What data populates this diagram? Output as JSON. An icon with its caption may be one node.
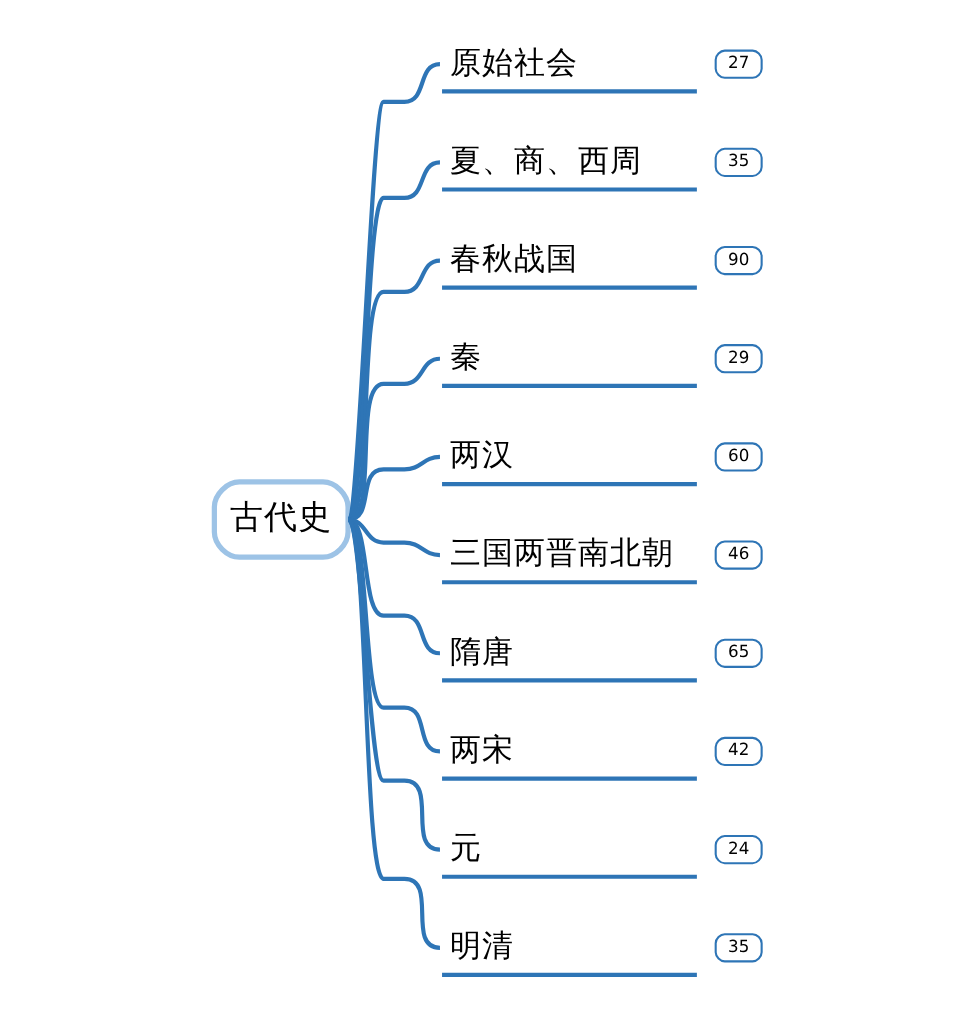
{
  "diagram": {
    "nodes": [
      {
        "text": [
          "古代史"
        ]
      },
      {
        "text": [
          "原始社会"
        ],
        "beside": [
          "27"
        ]
      },
      {
        "text": [
          "夏、商、西周"
        ],
        "beside": [
          "35"
        ]
      },
      {
        "text": [
          "春秋战国"
        ],
        "beside": [
          "90"
        ]
      },
      {
        "text": [
          "秦"
        ],
        "beside": [
          "29"
        ]
      },
      {
        "text": [
          "两汉"
        ],
        "beside": [
          "60"
        ]
      },
      {
        "text": [
          "三国两晋南北朝"
        ],
        "beside": [
          "46"
        ]
      },
      {
        "text": [
          "隋唐"
        ],
        "beside": [
          "65"
        ]
      },
      {
        "text": [
          "两宋"
        ],
        "beside": [
          "42"
        ]
      },
      {
        "text": [
          "元"
        ],
        "beside": [
          "24"
        ]
      },
      {
        "text": [
          "明清"
        ],
        "beside": [
          "35"
        ]
      }
    ],
    "edges": [
      {
        "from": 0,
        "to": 1,
        "arrow": "none"
      },
      {
        "from": 0,
        "to": 2,
        "arrow": "none"
      },
      {
        "from": 0,
        "to": 3,
        "arrow": "none"
      },
      {
        "from": 0,
        "to": 4,
        "arrow": "none"
      },
      {
        "from": 0,
        "to": 5,
        "arrow": "none"
      },
      {
        "from": 0,
        "to": 6,
        "arrow": "none"
      },
      {
        "from": 0,
        "to": 7,
        "arrow": "none"
      },
      {
        "from": 0,
        "to": 8,
        "arrow": "none"
      },
      {
        "from": 0,
        "to": 9,
        "arrow": "none"
      },
      {
        "from": 0,
        "to": 10,
        "arrow": "none"
      }
    ]
  }
}
